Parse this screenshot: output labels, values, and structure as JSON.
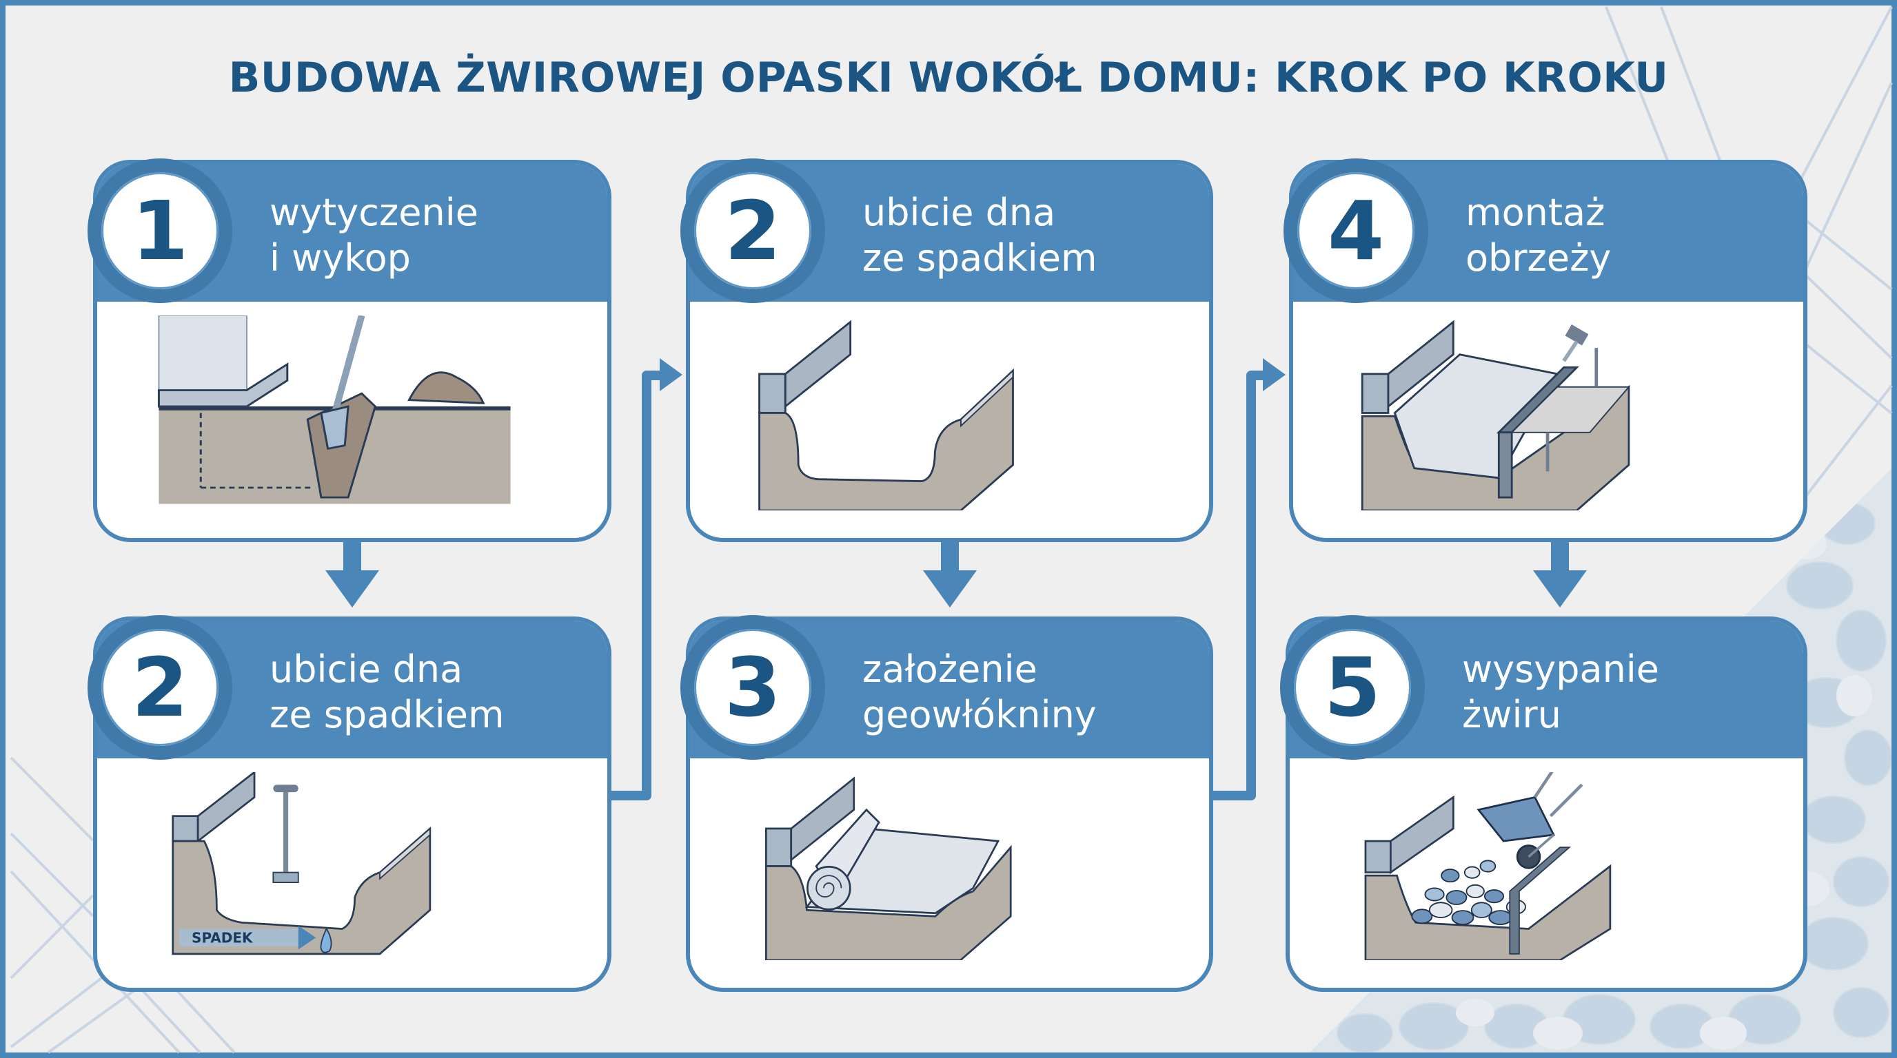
{
  "title": "BUDOWA ŻWIROWEJ OPASKI WOKÓŁ DOMU: KROK PO KROKU",
  "colors": {
    "frame": "#4a87b8",
    "header": "#4d89bb",
    "title_text": "#1b5584",
    "number_text": "#1b5584",
    "background": "#efefef",
    "soil": "#a69d91",
    "wall": "#a9b8c6"
  },
  "cards": [
    {
      "number": "1",
      "label": "wytyczenie\ni wykop",
      "illustration": "shovel-trench-icon",
      "position": "top-left"
    },
    {
      "number": "2",
      "label": "ubicie dna\nze spadkiem",
      "illustration": "tamper-slope-icon",
      "position": "bottom-left",
      "annotation": "SPADEK"
    },
    {
      "number": "2",
      "label": "ubicie dna\nze spadkiem",
      "illustration": "compacted-trench-icon",
      "position": "top-middle"
    },
    {
      "number": "3",
      "label": "założenie\ngeowłókniny",
      "illustration": "geotextile-roll-icon",
      "position": "bottom-middle"
    },
    {
      "number": "4",
      "label": "montaż\nobrzeży",
      "illustration": "edging-hammer-icon",
      "position": "top-right"
    },
    {
      "number": "5",
      "label": "wysypanie\nżwiru",
      "illustration": "wheelbarrow-gravel-icon",
      "position": "bottom-right"
    }
  ],
  "connectors": [
    {
      "from": "1",
      "to": "2",
      "direction": "down"
    },
    {
      "from": "2",
      "to": "2",
      "direction": "up-right"
    },
    {
      "from": "2",
      "to": "3",
      "direction": "down"
    },
    {
      "from": "3",
      "to": "4",
      "direction": "up-right"
    },
    {
      "from": "4",
      "to": "5",
      "direction": "down"
    }
  ]
}
